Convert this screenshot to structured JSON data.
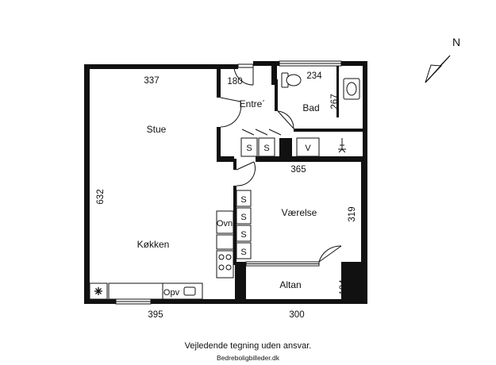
{
  "rooms": {
    "stue": "Stue",
    "kokken": "Køkken",
    "entre": "Entre´",
    "bad": "Bad",
    "vaerelse": "Værelse",
    "altan": "Altan"
  },
  "dimensions": {
    "stue_width": "337",
    "left_height": "632",
    "bottom_left": "395",
    "bottom_right": "300",
    "entre_width": "180",
    "bad_width": "234",
    "bad_height": "267",
    "vaerelse_width": "365",
    "vaerelse_height": "319",
    "altan_height": "104"
  },
  "fixtures": {
    "closet": "S",
    "washer": "V",
    "oven": "Ovn",
    "dishwasher": "Opv"
  },
  "footer": {
    "disclaimer": "Vejledende tegning uden ansvar.",
    "credit": "Bedreboligbilleder.dk"
  },
  "compass": {
    "label": "N"
  }
}
